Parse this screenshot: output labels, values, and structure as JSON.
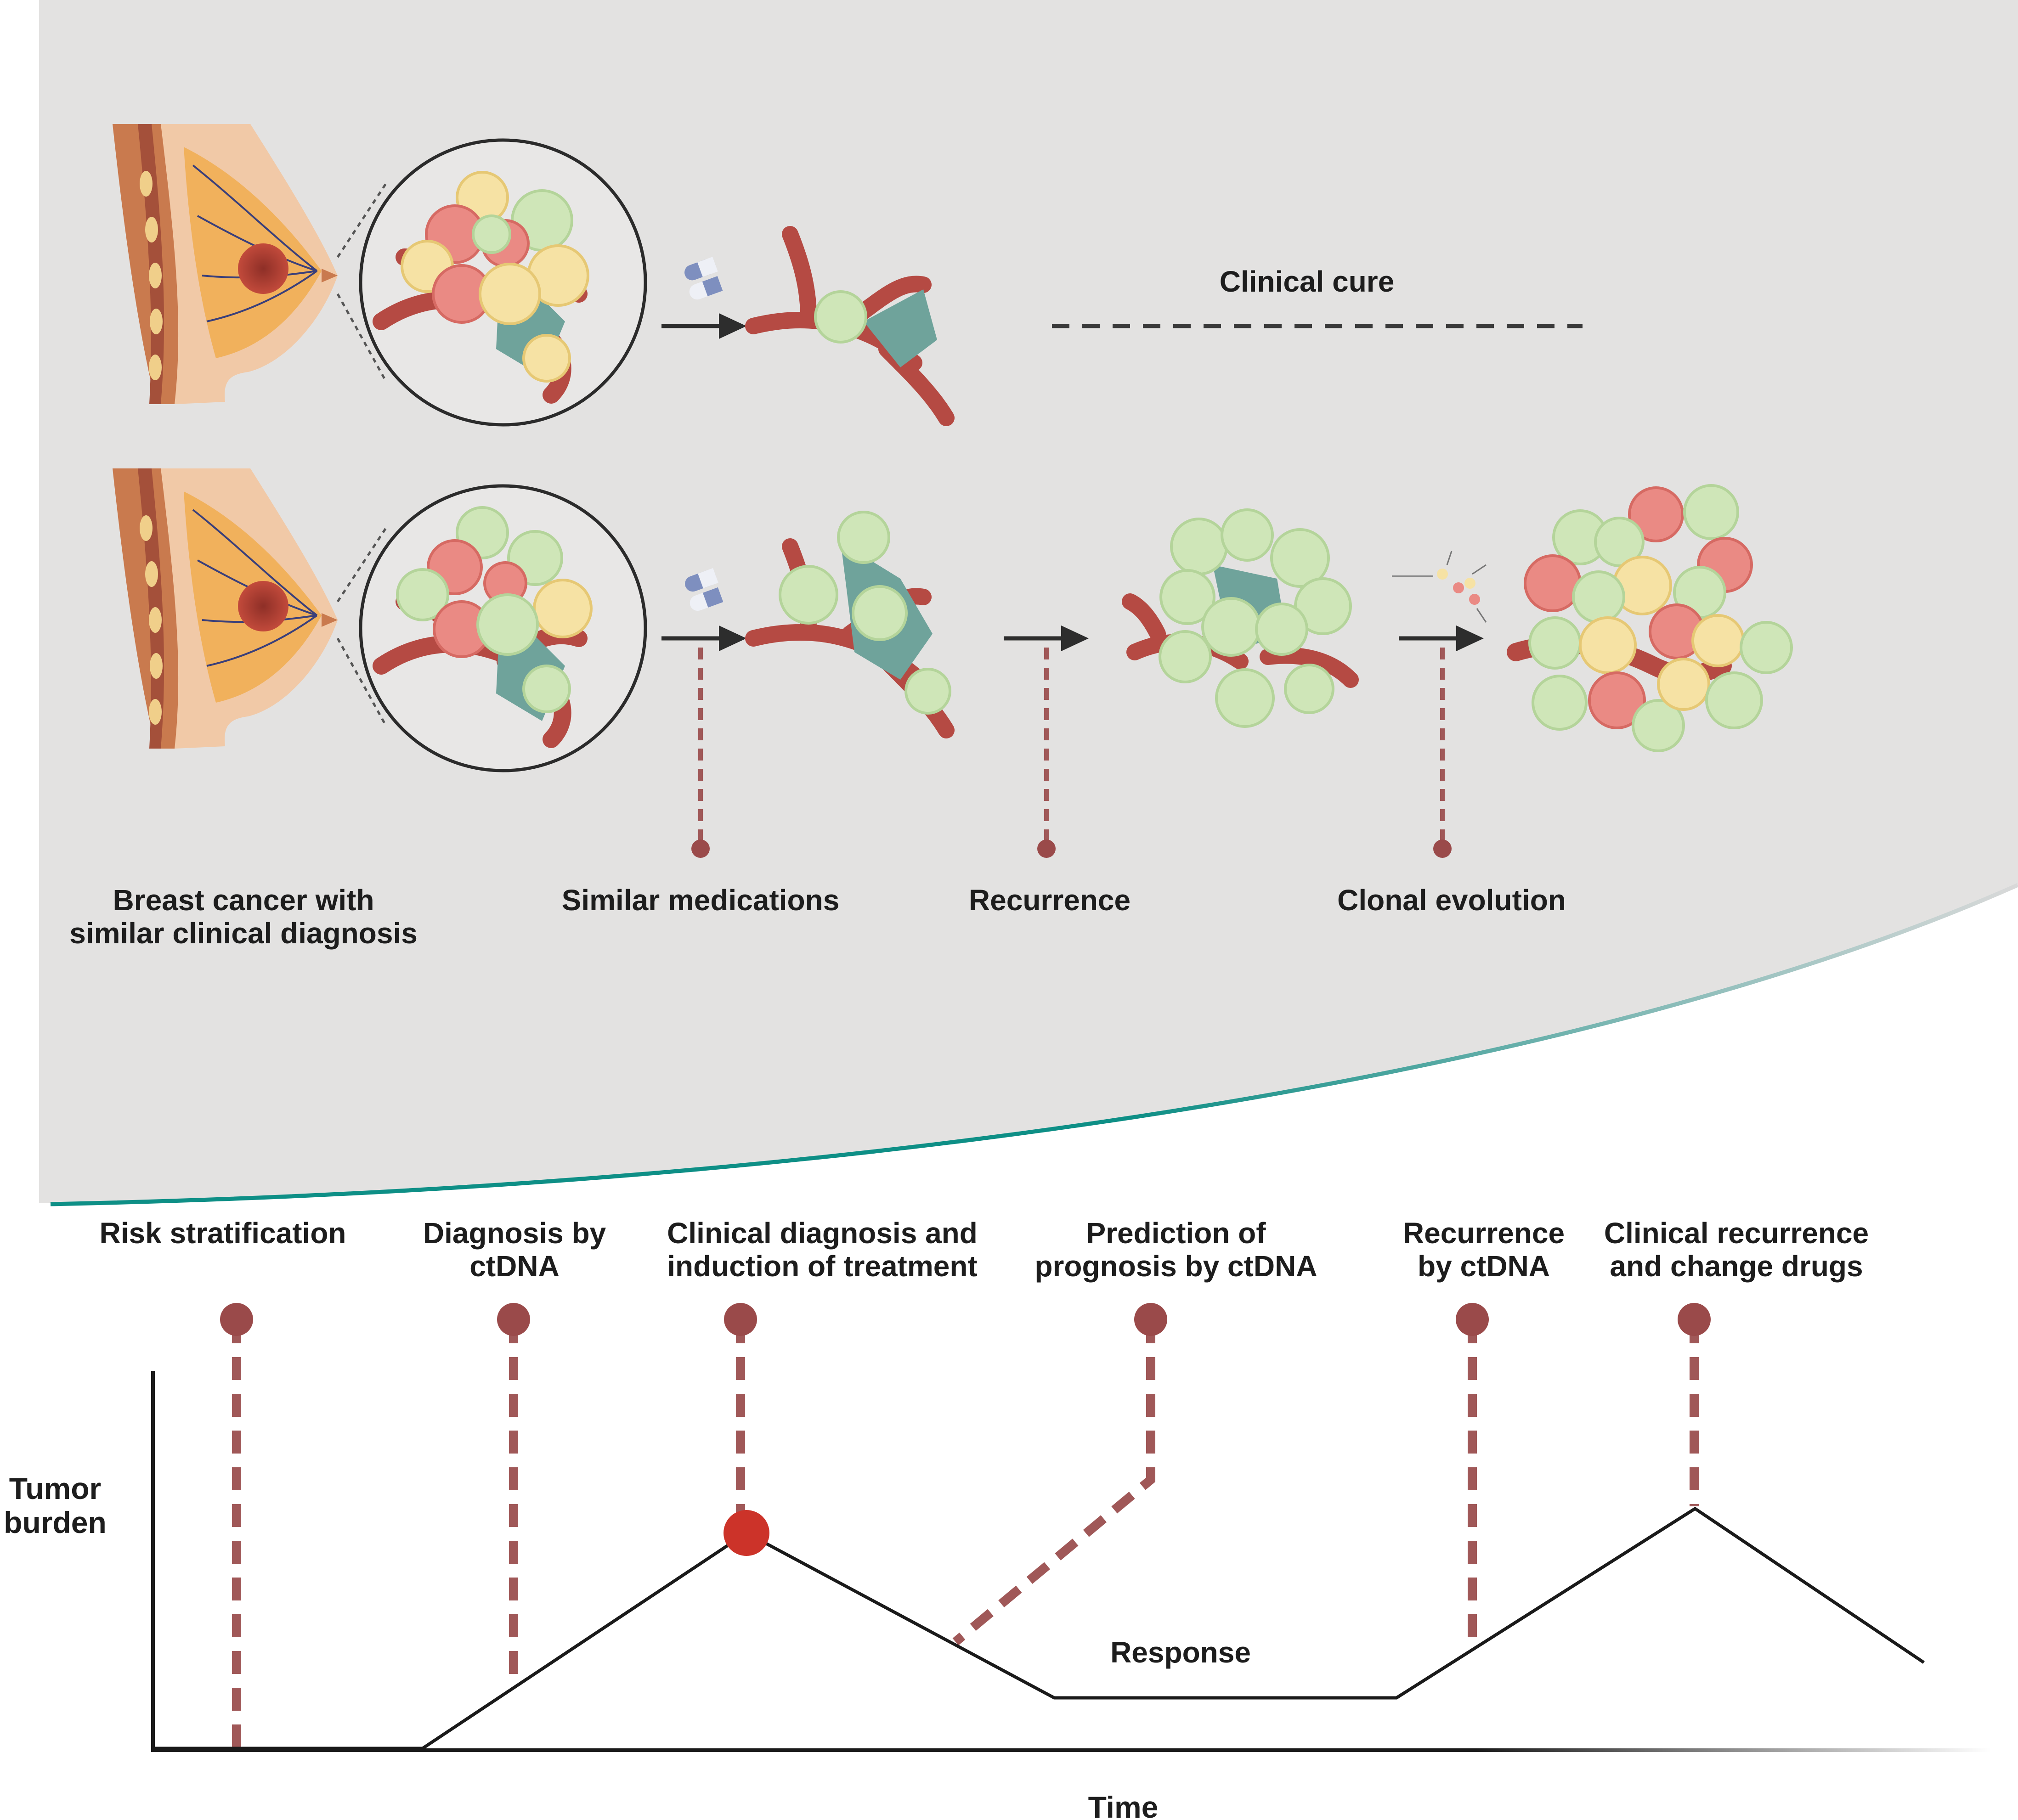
{
  "colors": {
    "panel": "#e3e2e1",
    "curve_gradient": [
      "#0e8f86",
      "#d9d9d9"
    ],
    "marker": "#9a4a4a",
    "marker_line": "#a05858",
    "clinical_point": "#cc3329",
    "vessel": "#b54a43",
    "cell_green": "#cfe6b8",
    "cell_yellow": "#f6e2a4",
    "cell_red": "#ea8a84",
    "fibroblast": "#6fa39b"
  },
  "top_panel": {
    "clinical_cure": "Clinical cure",
    "steps": {
      "breast_cancer": [
        "Breast cancer with",
        "similar clinical diagnosis"
      ],
      "similar_medications": "Similar medications",
      "recurrence": "Recurrence",
      "clonal_evolution": "Clonal evolution"
    }
  },
  "timeline": {
    "events": [
      {
        "lines": [
          "Risk stratification"
        ]
      },
      {
        "lines": [
          "Diagnosis by",
          "ctDNA"
        ]
      },
      {
        "lines": [
          "Clinical diagnosis and",
          "induction of treatment"
        ]
      },
      {
        "lines": [
          "Prediction of",
          "prognosis by ctDNA"
        ]
      },
      {
        "lines": [
          "Recurrence",
          "by ctDNA"
        ]
      },
      {
        "lines": [
          "Clinical recurrence",
          "and change drugs"
        ]
      }
    ],
    "y_axis_label": [
      "Tumor",
      "burden"
    ],
    "x_axis_label": "Time",
    "curve_label": "Response"
  }
}
